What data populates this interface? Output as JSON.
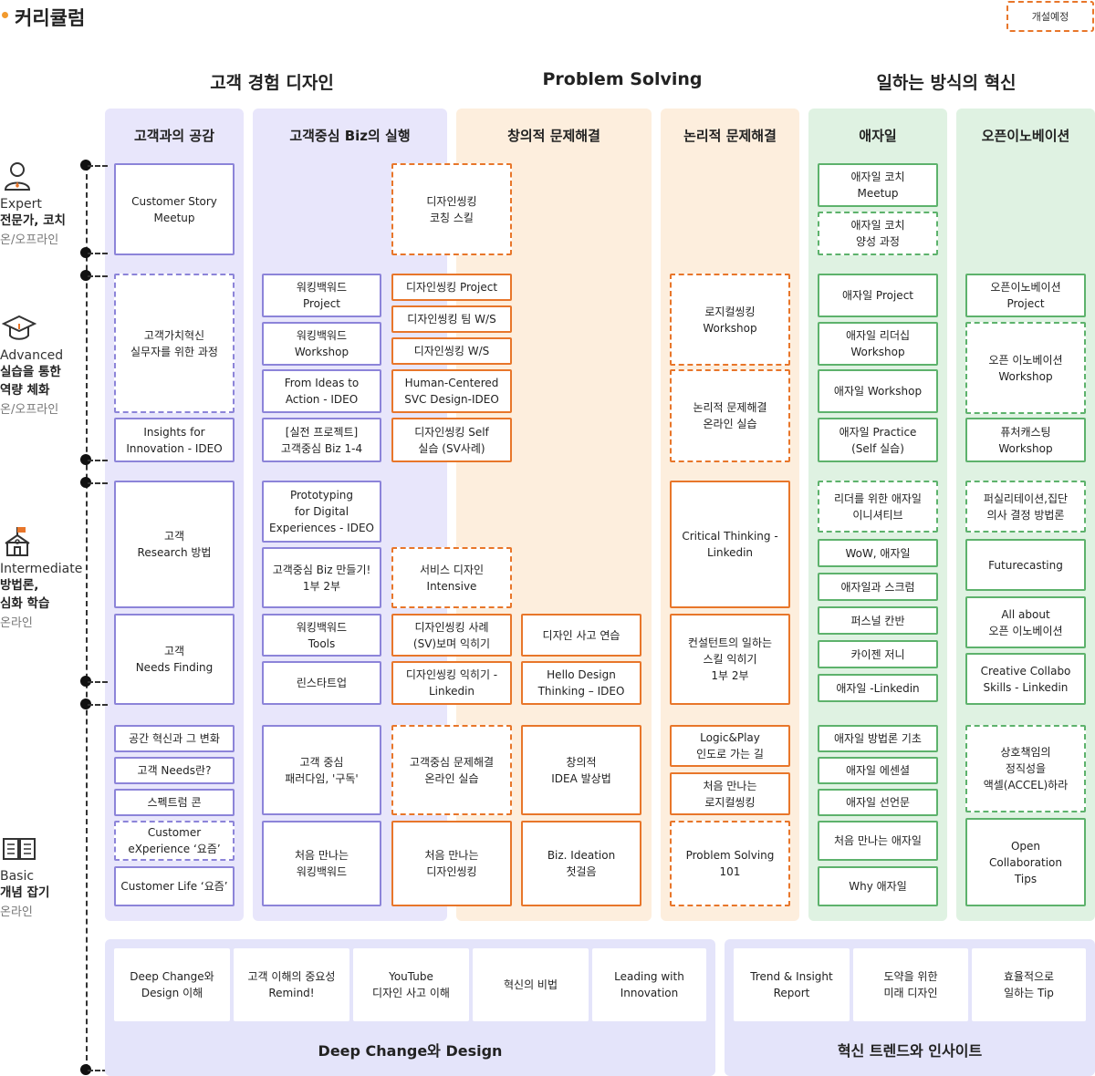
{
  "title": "커리큘럼",
  "planned_label": "개설예정",
  "colors": {
    "purple_bg": "#e8e6fb",
    "orange_bg": "#fdeedd",
    "green_bg": "#dff2e2",
    "purple_border": "#8c84d9",
    "orange_border": "#e8762a",
    "green_border": "#5db26c"
  },
  "groups": [
    {
      "label": "고객 경험 디자인"
    },
    {
      "label": "Problem Solving"
    },
    {
      "label": "일하는 방식의 혁신"
    }
  ],
  "columns": [
    {
      "label": "고객과의 공감"
    },
    {
      "label": "고객중심 Biz의 실행"
    },
    {
      "label": "창의적 문제해결"
    },
    {
      "label": "논리적 문제해결"
    },
    {
      "label": "애자일"
    },
    {
      "label": "오픈이노베이션"
    }
  ],
  "levels": [
    {
      "en": "Expert",
      "ko": "전문가, 코치",
      "mode": "온/오프라인",
      "icon": "expert-person-icon"
    },
    {
      "en": "Advanced",
      "ko": "실습을 통한\n역량 체화",
      "mode": "온/오프라인",
      "icon": "graduation-cap-icon"
    },
    {
      "en": "Intermediate",
      "ko": "방법론,\n심화 학습",
      "mode": "온라인",
      "icon": "school-building-icon"
    },
    {
      "en": "Basic",
      "ko": "개념 잡기",
      "mode": "온라인",
      "icon": "book-icon"
    }
  ],
  "courses": [
    {
      "label": "Customer Story\nMeetup"
    },
    {
      "label": "디자인씽킹\n코칭 스킬"
    },
    {
      "label": "애자일 코치\nMeetup"
    },
    {
      "label": "애자일 코치\n양성 과정"
    },
    {
      "label": "고객가치혁신\n실무자를 위한 과정"
    },
    {
      "label": "Insights for\nInnovation - IDEO"
    },
    {
      "label": "워킹백워드\nProject"
    },
    {
      "label": "워킹백워드\nWorkshop"
    },
    {
      "label": "From Ideas to\nAction - IDEO"
    },
    {
      "label": "[실전 프로젝트]\n고객중심 Biz 1-4"
    },
    {
      "label": "디자인씽킹 Project"
    },
    {
      "label": "디자인씽킹 팀 W/S"
    },
    {
      "label": "디자인씽킹 W/S"
    },
    {
      "label": "Human-Centered\nSVC Design-IDEO"
    },
    {
      "label": "디자인씽킹 Self\n실습 (SV사례)"
    },
    {
      "label": "로지컬씽킹\nWorkshop"
    },
    {
      "label": "논리적 문제해결\n온라인 실습"
    },
    {
      "label": "애자일 Project"
    },
    {
      "label": "애자일 리더십\nWorkshop"
    },
    {
      "label": "애자일 Workshop"
    },
    {
      "label": "애자일 Practice\n(Self 실습)"
    },
    {
      "label": "오픈이노베이션\nProject"
    },
    {
      "label": "오픈 이노베이션\nWorkshop"
    },
    {
      "label": "퓨처캐스팅\nWorkshop"
    },
    {
      "label": "고객\nResearch 방법"
    },
    {
      "label": "고객\nNeeds Finding"
    },
    {
      "label": "Prototyping\nfor Digital\nExperiences - IDEO"
    },
    {
      "label": "고객중심 Biz 만들기!\n1부 2부"
    },
    {
      "label": "워킹백워드\nTools"
    },
    {
      "label": "린스타트업"
    },
    {
      "label": "서비스 디자인\nIntensive"
    },
    {
      "label": "디자인씽킹 사례\n(SV)보며 익히기"
    },
    {
      "label": "디자인씽킹 익히기 -\nLinkedin"
    },
    {
      "label": "디자인 사고 연습"
    },
    {
      "label": "Hello Design\nThinking – IDEO"
    },
    {
      "label": "Critical Thinking -\nLinkedin"
    },
    {
      "label": "컨설턴트의 일하는\n스킬 익히기\n1부 2부"
    },
    {
      "label": "리더를 위한 애자일\n이니셔티브"
    },
    {
      "label": "WoW, 애자일"
    },
    {
      "label": "애자일과 스크럼"
    },
    {
      "label": "퍼스널 칸반"
    },
    {
      "label": "카이젠 저니"
    },
    {
      "label": "애자일 -Linkedin"
    },
    {
      "label": "퍼실리테이션,집단\n의사 결정 방법론"
    },
    {
      "label": "Futurecasting"
    },
    {
      "label": "All about\n오픈 이노베이션"
    },
    {
      "label": "Creative Collabo\nSkills - Linkedin"
    },
    {
      "label": "공간 혁신과 그 변화"
    },
    {
      "label": "고객 Needs란?"
    },
    {
      "label": "스펙트럼 콘"
    },
    {
      "label": "Customer\neXperience ‘요즘’"
    },
    {
      "label": "Customer Life ‘요즘’"
    },
    {
      "label": "고객 중심\n패러다임, '구독'"
    },
    {
      "label": "처음 만나는\n워킹백워드"
    },
    {
      "label": "고객중심 문제해결\n온라인 실습"
    },
    {
      "label": "처음 만나는\n디자인씽킹"
    },
    {
      "label": "창의적\nIDEA 발상법"
    },
    {
      "label": "Biz. Ideation\n첫걸음"
    },
    {
      "label": "Logic&Play\n인도로 가는 길"
    },
    {
      "label": "처음 만나는\n로지컬씽킹"
    },
    {
      "label": "Problem Solving\n101"
    },
    {
      "label": "애자일 방법론 기초"
    },
    {
      "label": "애자일 에센셜"
    },
    {
      "label": "애자일 선언문"
    },
    {
      "label": "처음 만나는 애자일"
    },
    {
      "label": "Why 애자일"
    },
    {
      "label": "상호책임의\n정직성을\n액셀(ACCEL)하라"
    },
    {
      "label": "Open\nCollaboration\nTips"
    }
  ],
  "footers": [
    {
      "title": "Deep Change와 Design",
      "items": [
        {
          "label": "Deep Change와\nDesign 이해"
        },
        {
          "label": "고객 이해의 중요성\nRemind!"
        },
        {
          "label": "YouTube\n디자인 사고 이해"
        },
        {
          "label": "혁신의 비법"
        },
        {
          "label": "Leading with\nInnovation"
        }
      ]
    },
    {
      "title": "혁신 트렌드와 인사이트",
      "items": [
        {
          "label": "Trend & Insight\nReport"
        },
        {
          "label": "도약을 위한\n미래 디자인"
        },
        {
          "label": "효율적으로\n일하는 Tip"
        }
      ]
    }
  ]
}
